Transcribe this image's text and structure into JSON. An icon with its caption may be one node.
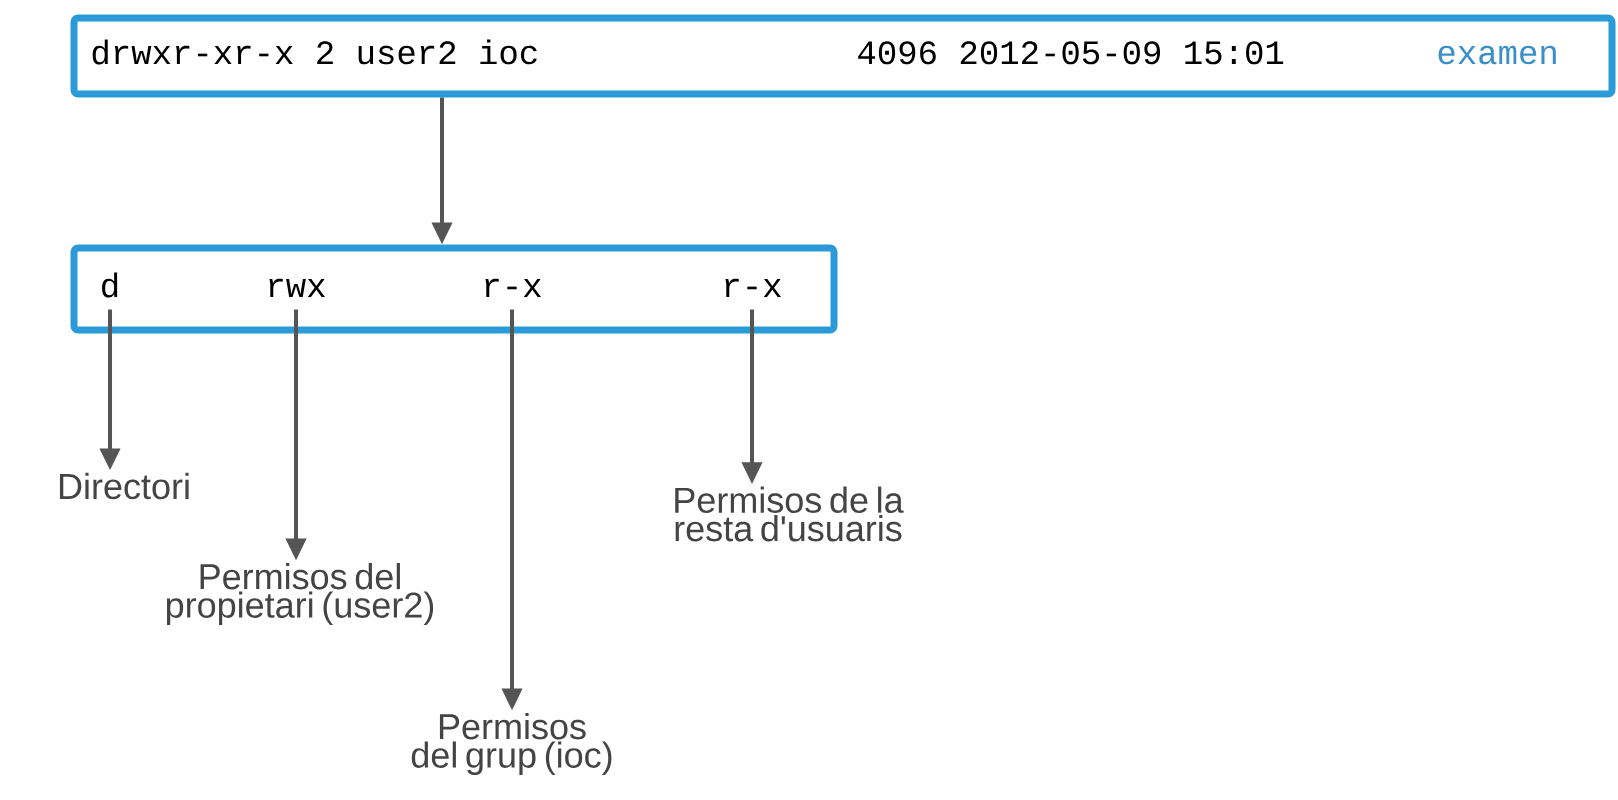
{
  "diagram": {
    "nodes": [
      {
        "text": [
          "drwxr-xr-x 2 user2 ioc",
          "4096 2012-05-09 15:01",
          "examen"
        ]
      },
      {
        "text": [],
        "shape": "box"
      },
      {
        "text": [
          "d"
        ],
        "in": 1
      },
      {
        "text": [
          "rwx"
        ],
        "in": 1
      },
      {
        "text": [
          "r-x"
        ],
        "in": 1
      },
      {
        "text": [
          "r-x"
        ],
        "in": 1
      },
      {
        "text": [
          "Directori"
        ]
      },
      {
        "text": [
          "Permisos del propietari (user2)"
        ]
      },
      {
        "text": [
          "Permisos del grup (ioc)"
        ]
      },
      {
        "text": [
          "Permisos de la resta d'usuaris"
        ]
      }
    ],
    "edges": [
      {
        "from": 0,
        "to": 1,
        "arrow": "to"
      },
      {
        "from": 2,
        "to": 6,
        "arrow": "to"
      },
      {
        "from": 3,
        "to": 7,
        "arrow": "to"
      },
      {
        "from": 4,
        "to": 8,
        "arrow": "to"
      },
      {
        "from": 5,
        "to": 9,
        "arrow": "to"
      }
    ]
  }
}
